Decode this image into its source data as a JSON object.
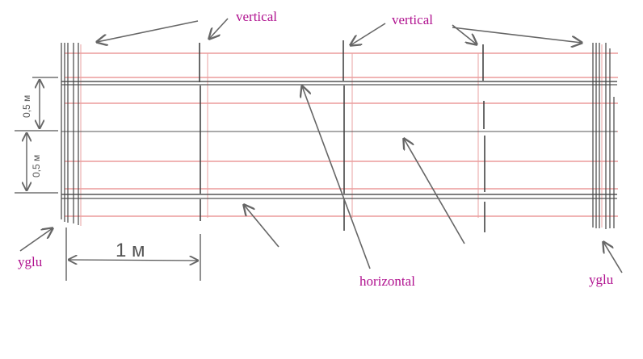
{
  "labels": {
    "vertical_left": "vertical",
    "vertical_right": "vertical",
    "horizontal": "horizontal",
    "corner_left": "yglu",
    "corner_right": "yglu",
    "dim_upper": "0,5 м",
    "dim_lower": "0,5 м",
    "dim_width": "1 м"
  },
  "colors": {
    "label": "#b0118f",
    "pencil": "#555555",
    "red_line": "#e06a6a"
  }
}
